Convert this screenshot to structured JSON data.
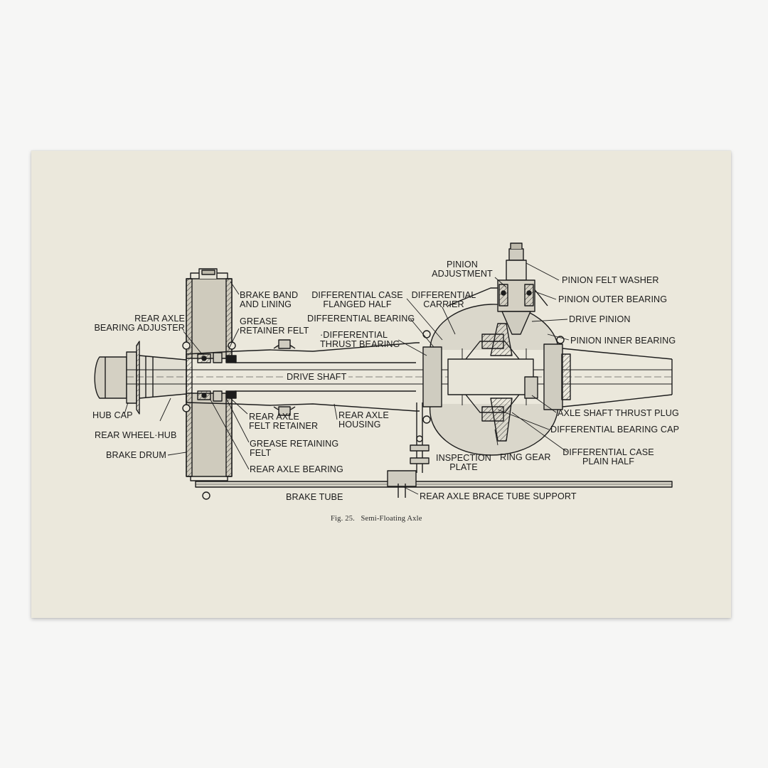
{
  "figure": {
    "caption": "Fig. 25.   Semi-Floating Axle",
    "colors": {
      "paper": "#ebe8dc",
      "ink": "#1c1c1c",
      "background": "#f6f6f5"
    },
    "labels": {
      "brake_band": "BRAKE BAND\nAND LINING",
      "grease_retainer_felt": "GREASE\nRETAINER FELT",
      "rear_axle_bearing_adjuster": "REAR AXLE\nBEARING ADJUSTER",
      "differential_case_flanged_half": "DIFFERENTIAL CASE\nFLANGED HALF",
      "differential_carrier": "DIFFERENTIAL\nCARRIER",
      "differential_bearing": "DIFFERENTIAL BEARING",
      "differential_thrust_bearing": "·DIFFERENTIAL\nTHRUST BEARING",
      "pinion_adjustment": "PINION\nADJUSTMENT",
      "pinion_felt_washer": "PINION FELT WASHER",
      "pinion_outer_bearing": "PINION OUTER BEARING",
      "drive_pinion": "DRIVE PINION",
      "pinion_inner_bearing": "PINION INNER BEARING",
      "drive_shaft": "DRIVE SHAFT",
      "hub_cap": "HUB CAP",
      "rear_wheel_hub": "REAR WHEEL·HUB",
      "brake_drum": "BRAKE DRUM",
      "rear_axle_felt_retainer": "REAR AXLE\nFELT RETAINER",
      "grease_retaining_felt": "GREASE RETAINING\nFELT",
      "rear_axle_bearing": "REAR AXLE BEARING",
      "rear_axle_housing": "REAR AXLE\nHOUSING",
      "axle_shaft_thrust_plug": "AXLE SHAFT THRUST PLUG",
      "differential_bearing_cap": "DIFFERENTIAL BEARING CAP",
      "inspection_plate": "INSPECTION\nPLATE",
      "ring_gear": "RING GEAR",
      "differential_case_plain_half": "DIFFERENTIAL CASE\nPLAIN HALF",
      "brake_tube": "BRAKE TUBE",
      "rear_axle_brace_tube_support": "REAR AXLE BRACE TUBE SUPPORT"
    }
  }
}
